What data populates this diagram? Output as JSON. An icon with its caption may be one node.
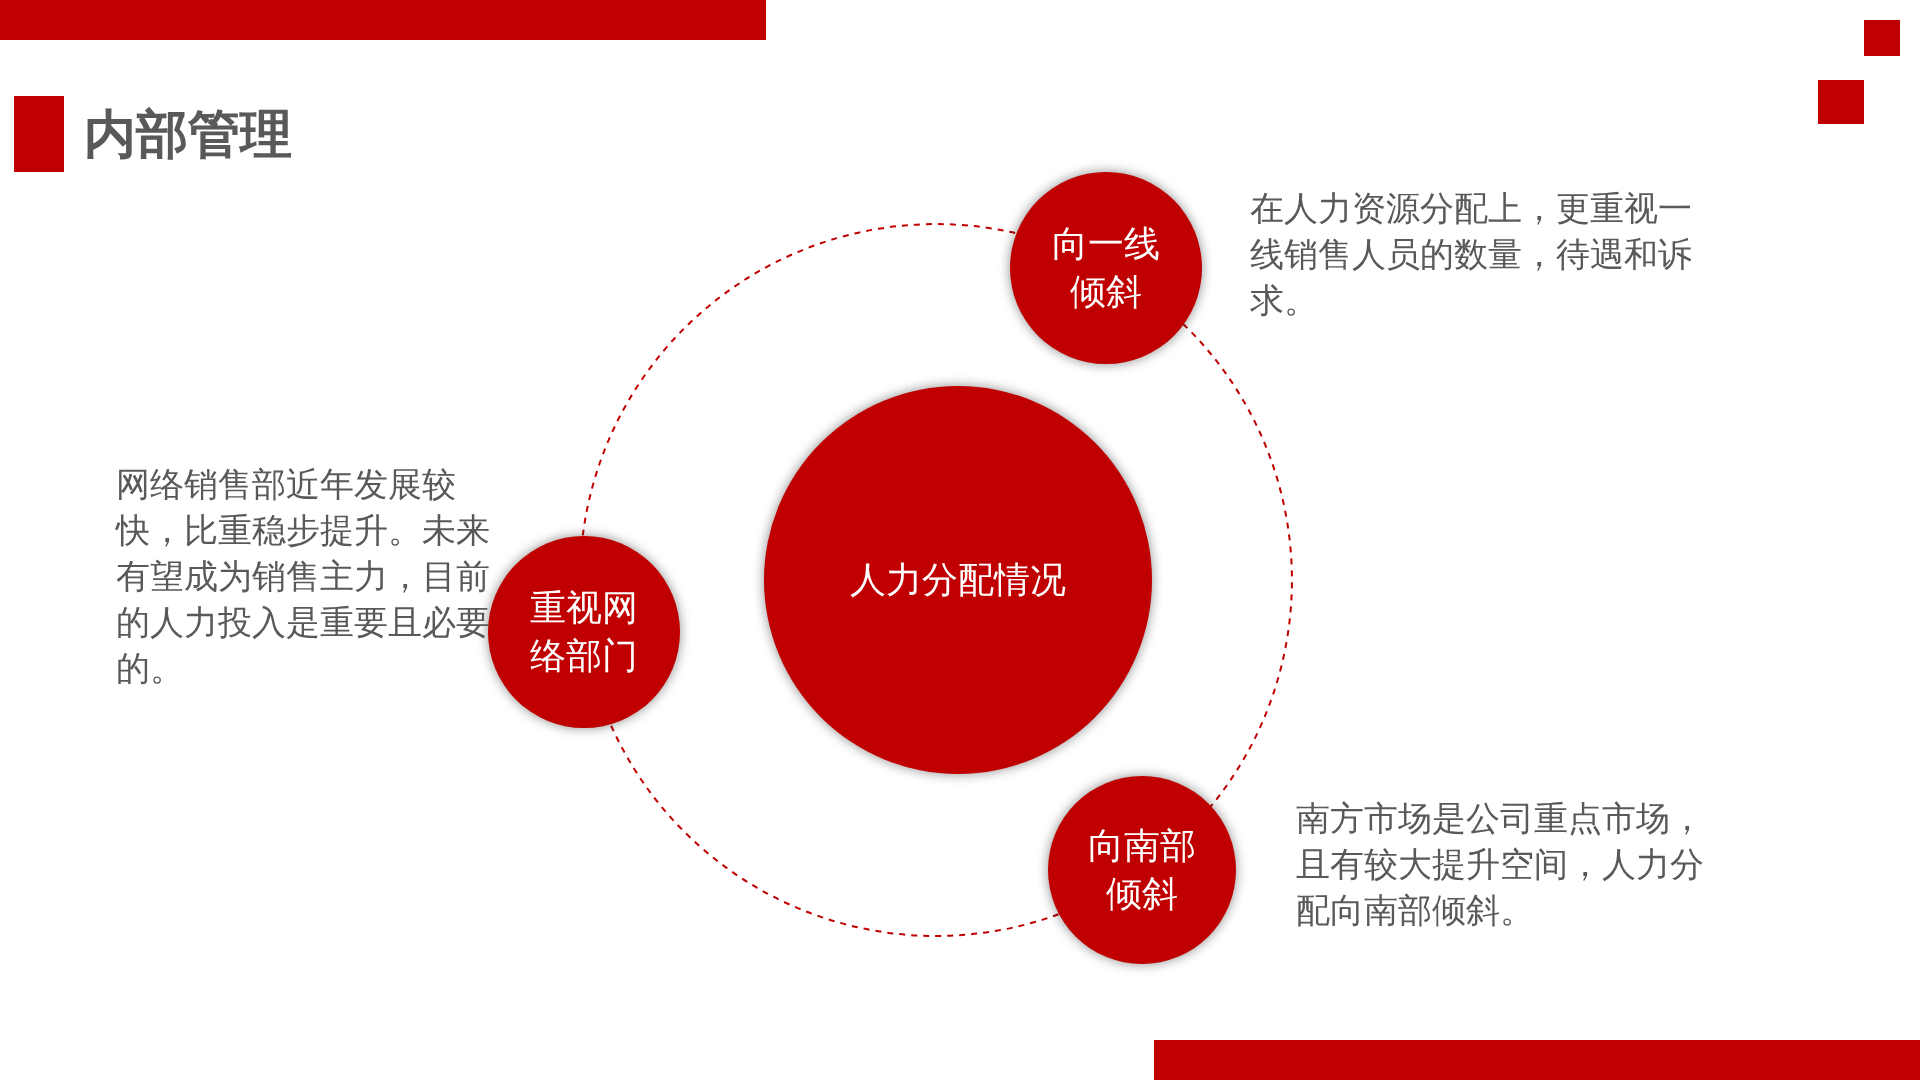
{
  "diagram": {
    "title": "内部管理",
    "nodes": [
      {
        "text": [
          "向一线倾斜"
        ],
        "beside": [
          "在人力资源分配上，更重视一线销售人员的数量，待遇和诉求。"
        ]
      },
      {
        "text": [
          "人力分配情况"
        ]
      },
      {
        "text": [
          "重视网络部门"
        ],
        "beside": [
          "网络销售部近年发展较快，比重稳步提升。未来有望成为销售主力，目前的人力投入是重要且必要的。"
        ]
      },
      {
        "text": [
          "向南部倾斜"
        ],
        "beside": [
          "南方市场是公司重点市场，且有较大提升空间，人力分配向南部倾斜。"
        ]
      }
    ],
    "edges": [
      {
        "from": 0,
        "to": 3,
        "arrow": "none",
        "style": "dashed"
      },
      {
        "from": 3,
        "to": 2,
        "arrow": "none",
        "style": "dashed"
      },
      {
        "from": 2,
        "to": 0,
        "arrow": "none",
        "style": "dashed"
      }
    ]
  }
}
